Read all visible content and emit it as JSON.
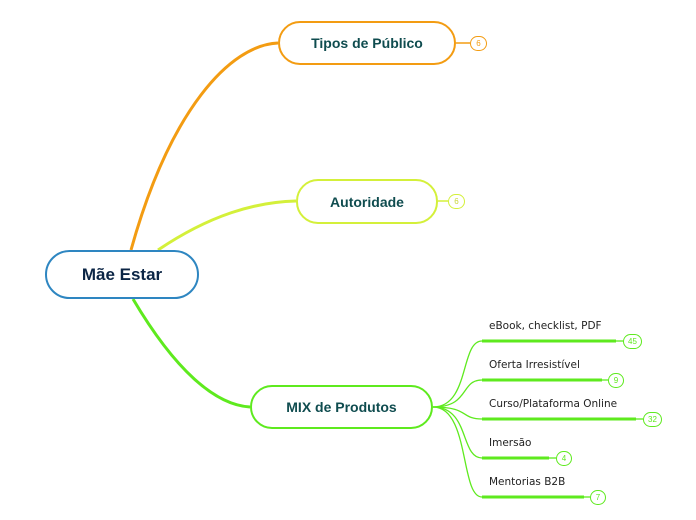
{
  "root": {
    "label": "Mãe Estar"
  },
  "branches": [
    {
      "id": "tipos",
      "label": "Tipos de Público",
      "count": "6",
      "color": "#f39c12"
    },
    {
      "id": "autoridade",
      "label": "Autoridade",
      "count": "6",
      "color": "#d4f03a"
    },
    {
      "id": "mix",
      "label": "MIX de Produtos",
      "color": "#5eea1e",
      "children": [
        {
          "label": "eBook, checklist, PDF",
          "count": "45"
        },
        {
          "label": "Oferta Irresistível",
          "count": "9"
        },
        {
          "label": "Curso/Plataforma Online",
          "count": "32"
        },
        {
          "label": "Imersão",
          "count": "4"
        },
        {
          "label": "Mentorias B2B",
          "count": "7"
        }
      ]
    }
  ]
}
